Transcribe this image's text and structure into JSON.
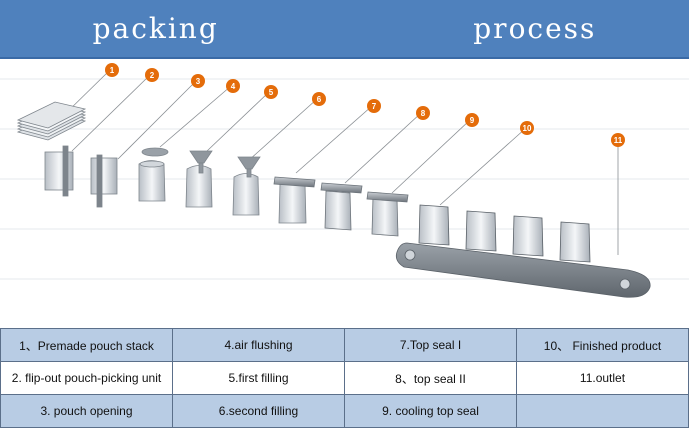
{
  "header": {
    "title": "packing     process"
  },
  "callouts": [
    "1",
    "2",
    "3",
    "4",
    "5",
    "6",
    "7",
    "8",
    "9",
    "10",
    "11"
  ],
  "legend": {
    "rows": [
      [
        "1、Premade pouch stack",
        "4.air  flushing",
        "7.Top seal  I",
        "10、 Finished product"
      ],
      [
        "2. flip-out pouch-picking unit",
        "5.first filling",
        "8、top seal II",
        "11.outlet"
      ],
      [
        "3. pouch opening",
        "6.second  filling",
        "9. cooling  top seal",
        ""
      ]
    ]
  },
  "colors": {
    "banner": "#4f81bd",
    "callout": "#e46c0a",
    "legend_shade": "#b8cce4"
  }
}
